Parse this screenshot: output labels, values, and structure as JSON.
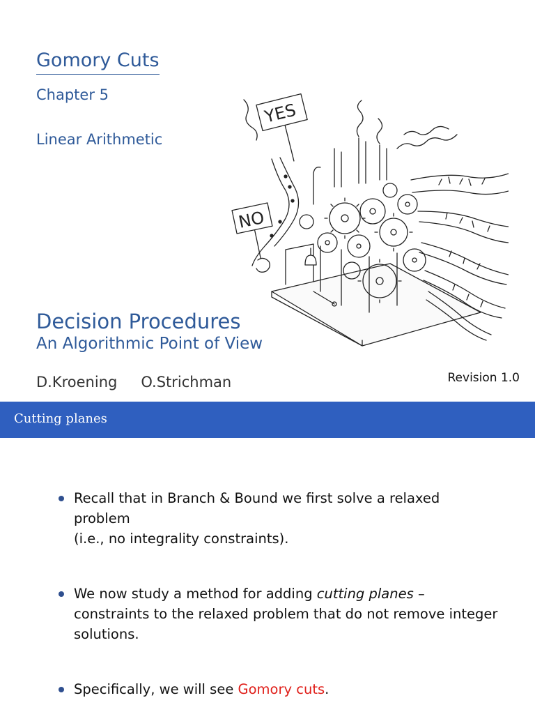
{
  "title_slide": {
    "chapter_title": "Gomory Cuts",
    "chapter_number": "Chapter 5",
    "chapter_name": "Linear Arithmetic",
    "illustration": {
      "sign_yes": "YES",
      "sign_no": "NO",
      "colors": {
        "ink": "#222222"
      }
    },
    "book_title": "Decision Procedures",
    "book_subtitle": "An Algorithmic Point of View",
    "authors": [
      "D.Kroening",
      "O.Strichman"
    ],
    "revision": "Revision 1.0"
  },
  "content_slide": {
    "frame_title": "Cutting planes",
    "bullets": [
      {
        "lines": [
          "Recall that in Branch & Bound we first solve a relaxed",
          "problem",
          "(i.e., no integrality constraints)."
        ]
      },
      {
        "prefix": "We now study a method for adding ",
        "emphasis": "cutting planes",
        "suffix": " –",
        "lines": [
          "constraints to the relaxed problem that do not remove integer",
          "solutions."
        ]
      },
      {
        "prefix": "Specifically, we will see ",
        "highlight": "Gomory cuts",
        "suffix": "."
      }
    ]
  },
  "colors": {
    "heading_blue": "#2f5a99",
    "frame_bar": "#2f5fbf",
    "highlight_red": "#e0201b",
    "bullet": "#2f4f8f"
  }
}
